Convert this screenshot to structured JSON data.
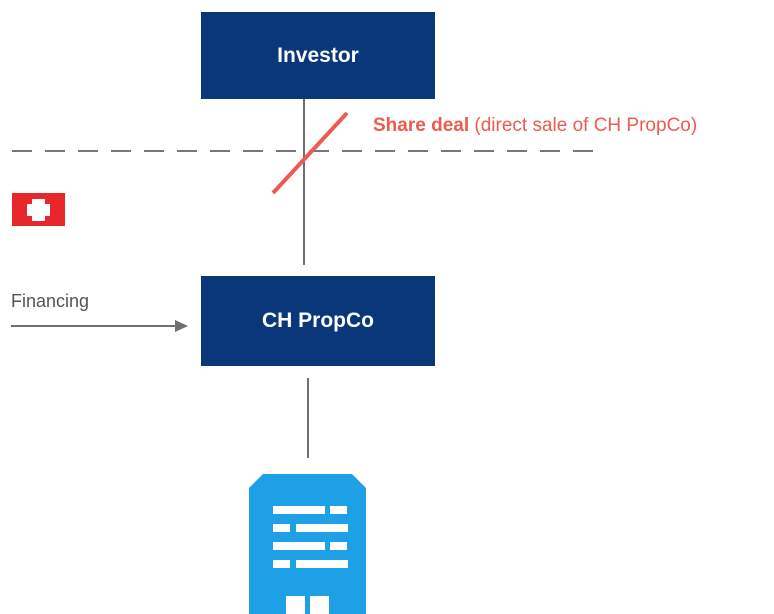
{
  "diagram": {
    "investor_box": {
      "label": "Investor"
    },
    "propco_box": {
      "label": "CH PropCo"
    },
    "share_deal": {
      "strong": "Share deal",
      "rest": " (direct sale of CH PropCo)"
    },
    "financing": {
      "label": "Financing"
    },
    "flag": {
      "icon": "swiss-flag-icon"
    },
    "building": {
      "icon": "office-building-icon"
    },
    "colors": {
      "box": "#0a367a",
      "accent": "#ec5b4f",
      "line": "#707070",
      "dash": "#777777",
      "building": "#1ea0e6",
      "flag": "#e8272a"
    }
  }
}
